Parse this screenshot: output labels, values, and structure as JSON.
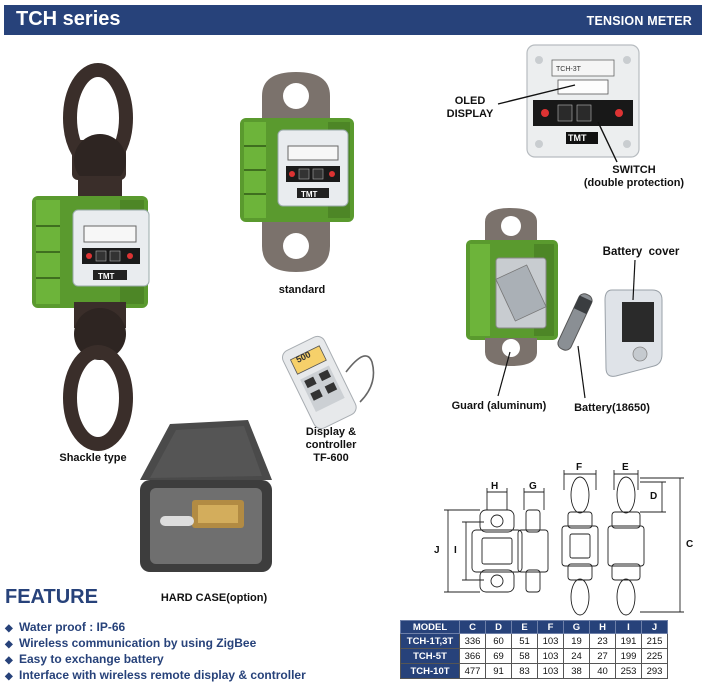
{
  "header": {
    "title": "TCH series",
    "subtitle": "TENSION METER"
  },
  "captions": {
    "shackle": "Shackle type",
    "standard": "standard",
    "oled": "OLED\nDISPLAY",
    "switch": "SWITCH\n(double protection)",
    "battery_cover": "Battery  cover",
    "guard": "Guard (aluminum)",
    "battery": "Battery(18650)",
    "controller": "Display &\ncontroller\nTF-600",
    "hardcase": "HARD CASE(option)"
  },
  "device_labels": {
    "brand": "TMT",
    "model_tag": "TCH-3T",
    "controller_reading": "500"
  },
  "dimension_labels": [
    "H",
    "G",
    "F",
    "E",
    "D",
    "C",
    "J",
    "I"
  ],
  "feature": {
    "title": "FEATURE",
    "items": [
      "Water proof : IP-66",
      "Wireless communication by using ZigBee",
      "Easy to exchange battery",
      "Interface with wireless remote display & controller"
    ]
  },
  "spec_table": {
    "headers": [
      "MODEL",
      "C",
      "D",
      "E",
      "F",
      "G",
      "H",
      "I",
      "J"
    ],
    "rows": [
      [
        "TCH-1T,3T",
        "336",
        "60",
        "51",
        "103",
        "19",
        "23",
        "191",
        "215"
      ],
      [
        "TCH-5T",
        "366",
        "69",
        "58",
        "103",
        "24",
        "27",
        "199",
        "225"
      ],
      [
        "TCH-10T",
        "477",
        "91",
        "83",
        "103",
        "38",
        "40",
        "253",
        "293"
      ]
    ]
  },
  "colors": {
    "brand_blue": "#27427a",
    "body_green": "#5a9a2e",
    "dark_steel": "#3a2e2a"
  }
}
